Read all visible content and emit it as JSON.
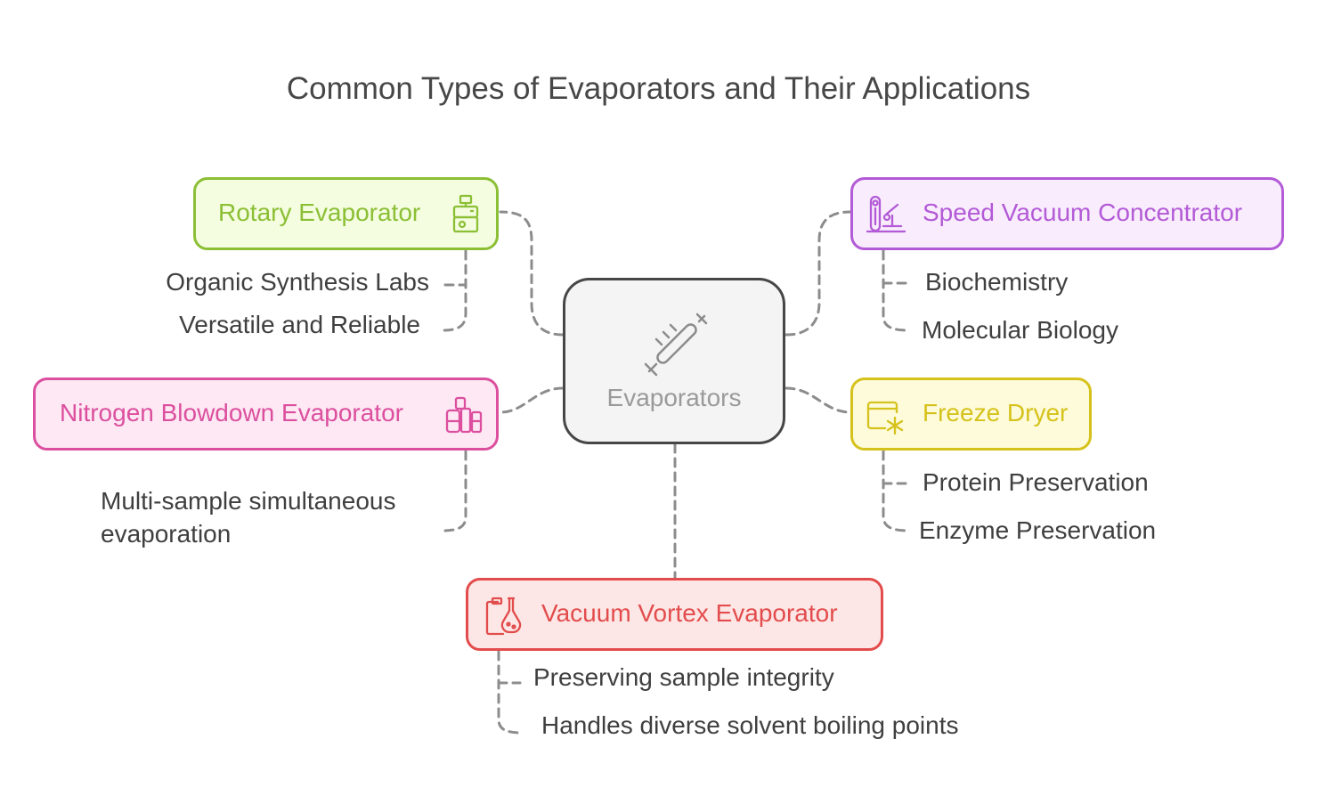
{
  "title": "Common Types of Evaporators and Their Applications",
  "center": {
    "label": "Evaporators",
    "icon": "syringe-icon"
  },
  "nodes": {
    "rotary": {
      "label": "Rotary Evaporator",
      "icon": "rotary-evaporator-icon",
      "color": "#8bbf35",
      "fill": "#f4fddf",
      "items": [
        "Organic Synthesis Labs",
        "Versatile and Reliable"
      ]
    },
    "speed_vacuum": {
      "label": "Speed Vacuum Concentrator",
      "icon": "lab-equipment-icon",
      "color": "#b35ad6",
      "fill": "#f8ecfd",
      "items": [
        "Biochemistry",
        "Molecular Biology"
      ]
    },
    "nitrogen": {
      "label": "Nitrogen Blowdown Evaporator",
      "icon": "factory-tanks-icon",
      "color": "#dc4f9e",
      "fill": "#fde8f4",
      "items": [
        "Multi-sample simultaneous evaporation"
      ]
    },
    "freeze_dryer": {
      "label": "Freeze Dryer",
      "icon": "freezer-snowflake-icon",
      "color": "#d6c21c",
      "fill": "#fdfbd9",
      "items": [
        "Protein Preservation",
        "Enzyme Preservation"
      ]
    },
    "vacuum_vortex": {
      "label": "Vacuum Vortex Evaporator",
      "icon": "flask-clipboard-icon",
      "color": "#e24c4c",
      "fill": "#fde7e6",
      "items": [
        "Preserving sample integrity",
        "Handles diverse solvent boiling points"
      ]
    }
  },
  "connector_color": "#8c8c8c"
}
